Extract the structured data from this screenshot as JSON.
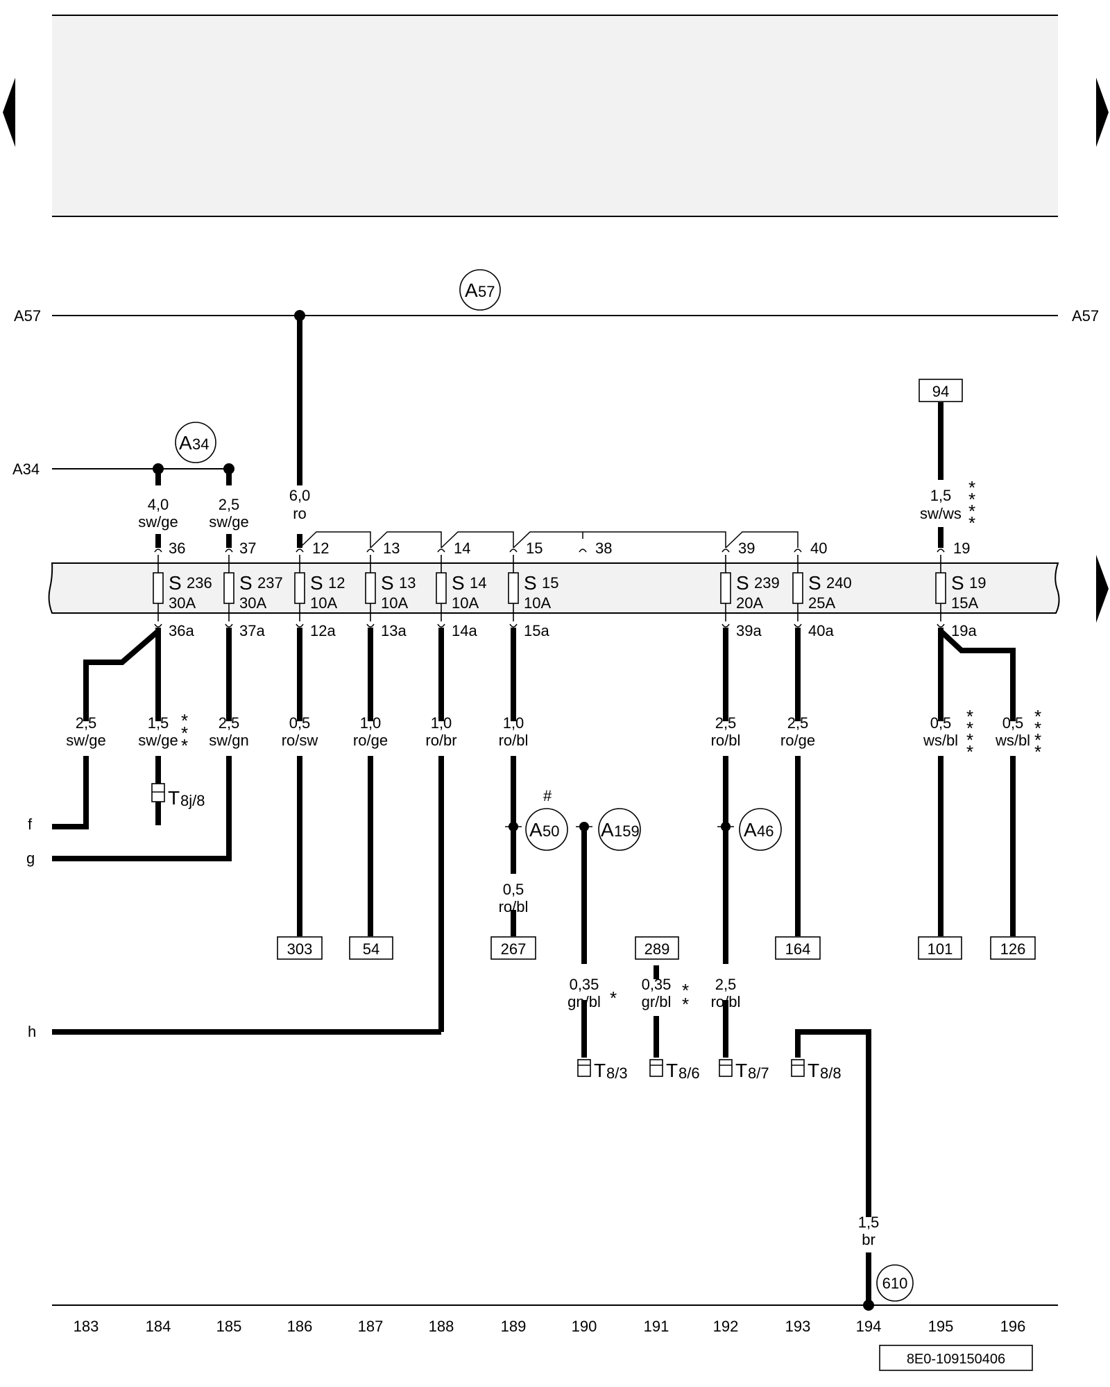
{
  "diagram_id": "8E0-109150406",
  "side_labels": {
    "a57_left": "A57",
    "a57_right": "A57",
    "a34_left": "A34",
    "f": "f",
    "g": "g",
    "h": "h"
  },
  "circles": [
    {
      "id": "A57",
      "main": "A",
      "sub": "57"
    },
    {
      "id": "A34",
      "main": "A",
      "sub": "34"
    },
    {
      "id": "A50",
      "main": "A",
      "sub": "50"
    },
    {
      "id": "A159",
      "main": "A",
      "sub": "159"
    },
    {
      "id": "A46",
      "main": "A",
      "sub": "46"
    },
    {
      "id": "610",
      "main": "610",
      "sub": ""
    }
  ],
  "fuses": [
    {
      "name": "S",
      "num": "236",
      "amps": "30A",
      "in": "36",
      "out": "36a"
    },
    {
      "name": "S",
      "num": "237",
      "amps": "30A",
      "in": "37",
      "out": "37a"
    },
    {
      "name": "S",
      "num": "12",
      "amps": "10A",
      "in": "12",
      "out": "12a"
    },
    {
      "name": "S",
      "num": "13",
      "amps": "10A",
      "in": "13",
      "out": "13a"
    },
    {
      "name": "S",
      "num": "14",
      "amps": "10A",
      "in": "14",
      "out": "14a"
    },
    {
      "name": "S",
      "num": "15",
      "amps": "10A",
      "in": "15",
      "out": "15a"
    },
    {
      "name": "S",
      "num": "239",
      "amps": "20A",
      "in": "39",
      "out": "39a"
    },
    {
      "name": "S",
      "num": "240",
      "amps": "25A",
      "in": "40",
      "out": "40a"
    },
    {
      "name": "S",
      "num": "19",
      "amps": "15A",
      "in": "19",
      "out": "19a"
    }
  ],
  "extra_terminal": "38",
  "wires": [
    {
      "gauge": "4,0",
      "color": "sw/ge",
      "stars": ""
    },
    {
      "gauge": "2,5",
      "color": "sw/ge",
      "stars": ""
    },
    {
      "gauge": "6,0",
      "color": "ro",
      "stars": ""
    },
    {
      "gauge": "1,5",
      "color": "sw/ws",
      "stars": "****"
    },
    {
      "gauge": "2,5",
      "color": "sw/ge",
      "stars": ""
    },
    {
      "gauge": "1,5",
      "color": "sw/ge",
      "stars": "***"
    },
    {
      "gauge": "2,5",
      "color": "sw/gn",
      "stars": ""
    },
    {
      "gauge": "0,5",
      "color": "ro/sw",
      "stars": ""
    },
    {
      "gauge": "1,0",
      "color": "ro/ge",
      "stars": ""
    },
    {
      "gauge": "1,0",
      "color": "ro/br",
      "stars": ""
    },
    {
      "gauge": "1,0",
      "color": "ro/bl",
      "stars": ""
    },
    {
      "gauge": "2,5",
      "color": "ro/bl",
      "stars": ""
    },
    {
      "gauge": "2,5",
      "color": "ro/ge",
      "stars": ""
    },
    {
      "gauge": "0,5",
      "color": "ws/bl",
      "stars": "****"
    },
    {
      "gauge": "0,5",
      "color": "ws/bl",
      "stars": "****"
    },
    {
      "gauge": "0,5",
      "color": "ro/bl",
      "stars": ""
    },
    {
      "gauge": "0,35",
      "color": "gn/bl",
      "stars": "*"
    },
    {
      "gauge": "0,35",
      "color": "gr/bl",
      "stars": "**"
    },
    {
      "gauge": "2,5",
      "color": "ro/bl",
      "stars": ""
    },
    {
      "gauge": "1,5",
      "color": "br",
      "stars": ""
    }
  ],
  "boxes": [
    "94",
    "303",
    "54",
    "267",
    "289",
    "164",
    "101",
    "126"
  ],
  "connectors": [
    {
      "main": "T",
      "sub": "8j/8"
    },
    {
      "main": "T",
      "sub": "8/3"
    },
    {
      "main": "T",
      "sub": "8/6"
    },
    {
      "main": "T",
      "sub": "8/7"
    },
    {
      "main": "T",
      "sub": "8/8"
    }
  ],
  "hash_mark": "#",
  "columns": [
    "183",
    "184",
    "185",
    "186",
    "187",
    "188",
    "189",
    "190",
    "191",
    "192",
    "193",
    "194",
    "195",
    "196"
  ]
}
